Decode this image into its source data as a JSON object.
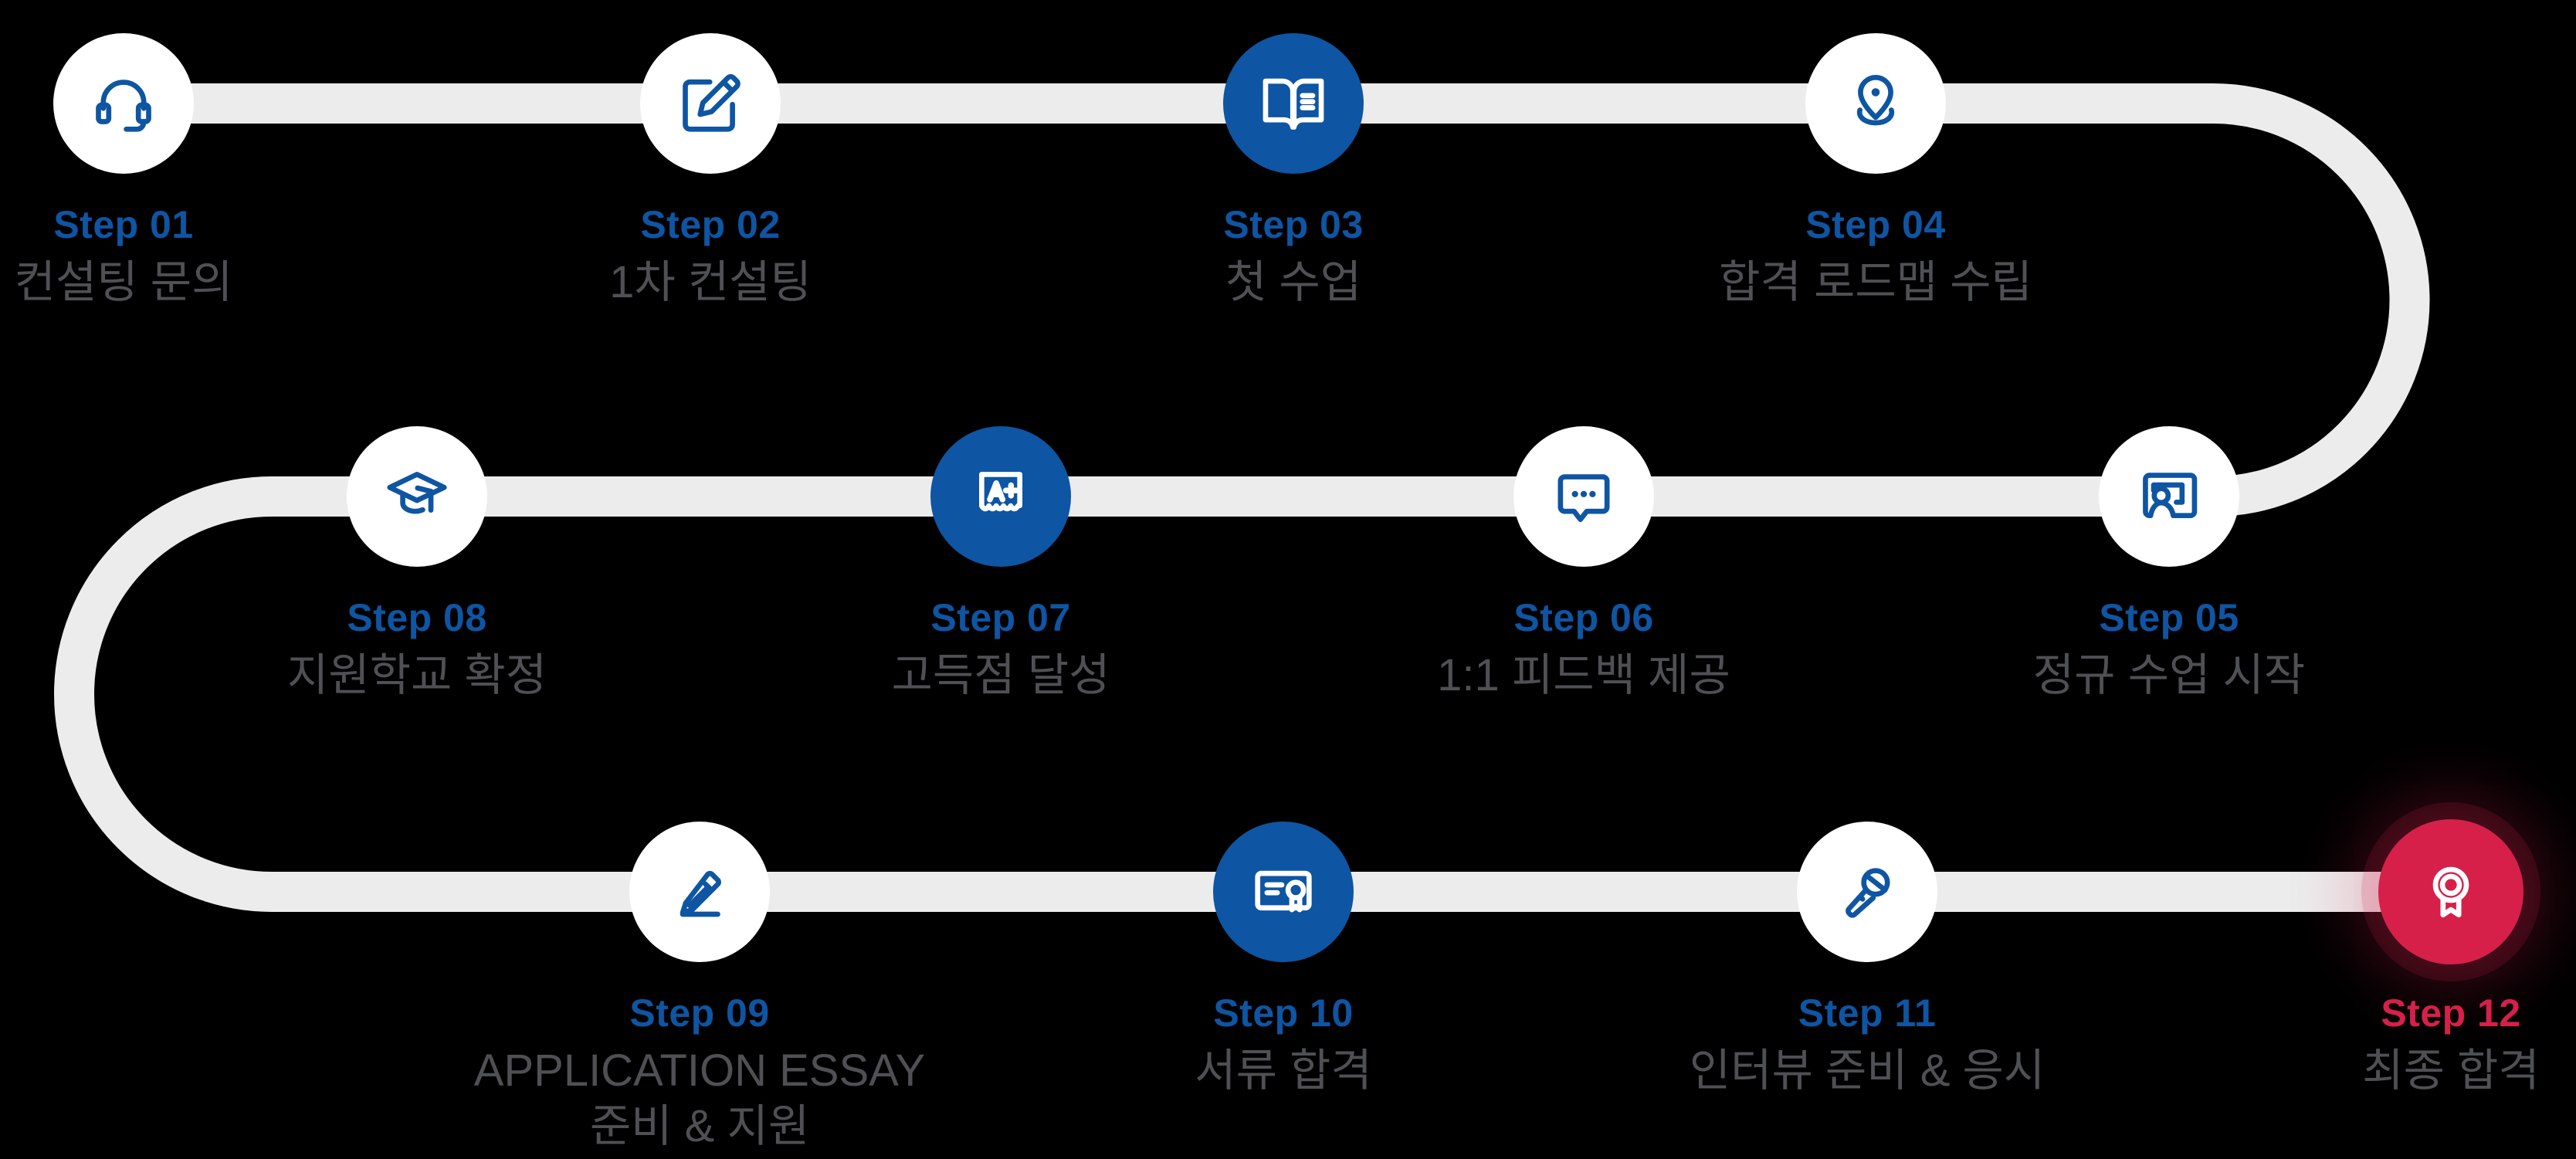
{
  "diagram": {
    "background": "#000000",
    "track_color": "#ececec",
    "accent_blue": "#0E55A3",
    "accent_red": "#D6204A",
    "title_gray": "#4E5054",
    "steps": [
      {
        "label": "Step 01",
        "title_lines": [
          "컨설팅 문의"
        ],
        "icon": "headset-icon",
        "variant": "outline"
      },
      {
        "label": "Step 02",
        "title_lines": [
          "1차 컨설팅"
        ],
        "icon": "edit-note-icon",
        "variant": "outline"
      },
      {
        "label": "Step 03",
        "title_lines": [
          "첫 수업"
        ],
        "icon": "open-book-icon",
        "variant": "filled"
      },
      {
        "label": "Step 04",
        "title_lines": [
          "합격 로드맵 수립"
        ],
        "icon": "map-pin-icon",
        "variant": "outline"
      },
      {
        "label": "Step 05",
        "title_lines": [
          "정규 수업 시작"
        ],
        "icon": "teacher-board-icon",
        "variant": "outline"
      },
      {
        "label": "Step 06",
        "title_lines": [
          "1:1 피드백 제공"
        ],
        "icon": "chat-feedback-icon",
        "variant": "outline"
      },
      {
        "label": "Step 07",
        "title_lines": [
          "고득점 달성"
        ],
        "icon": "grade-a-plus-icon",
        "variant": "filled"
      },
      {
        "label": "Step 08",
        "title_lines": [
          "지원학교 확정"
        ],
        "icon": "graduation-cap-icon",
        "variant": "outline"
      },
      {
        "label": "Step 09",
        "title_lines": [
          "APPLICATION ESSAY",
          "준비 & 지원"
        ],
        "icon": "pencil-write-icon",
        "variant": "outline"
      },
      {
        "label": "Step 10",
        "title_lines": [
          "서류 합격"
        ],
        "icon": "certificate-icon",
        "variant": "filled"
      },
      {
        "label": "Step 11",
        "title_lines": [
          "인터뷰 준비 & 응시"
        ],
        "icon": "microphone-icon",
        "variant": "outline"
      },
      {
        "label": "Step 12",
        "title_lines": [
          "최종 합격"
        ],
        "icon": "award-ribbon-icon",
        "variant": "final"
      }
    ]
  }
}
